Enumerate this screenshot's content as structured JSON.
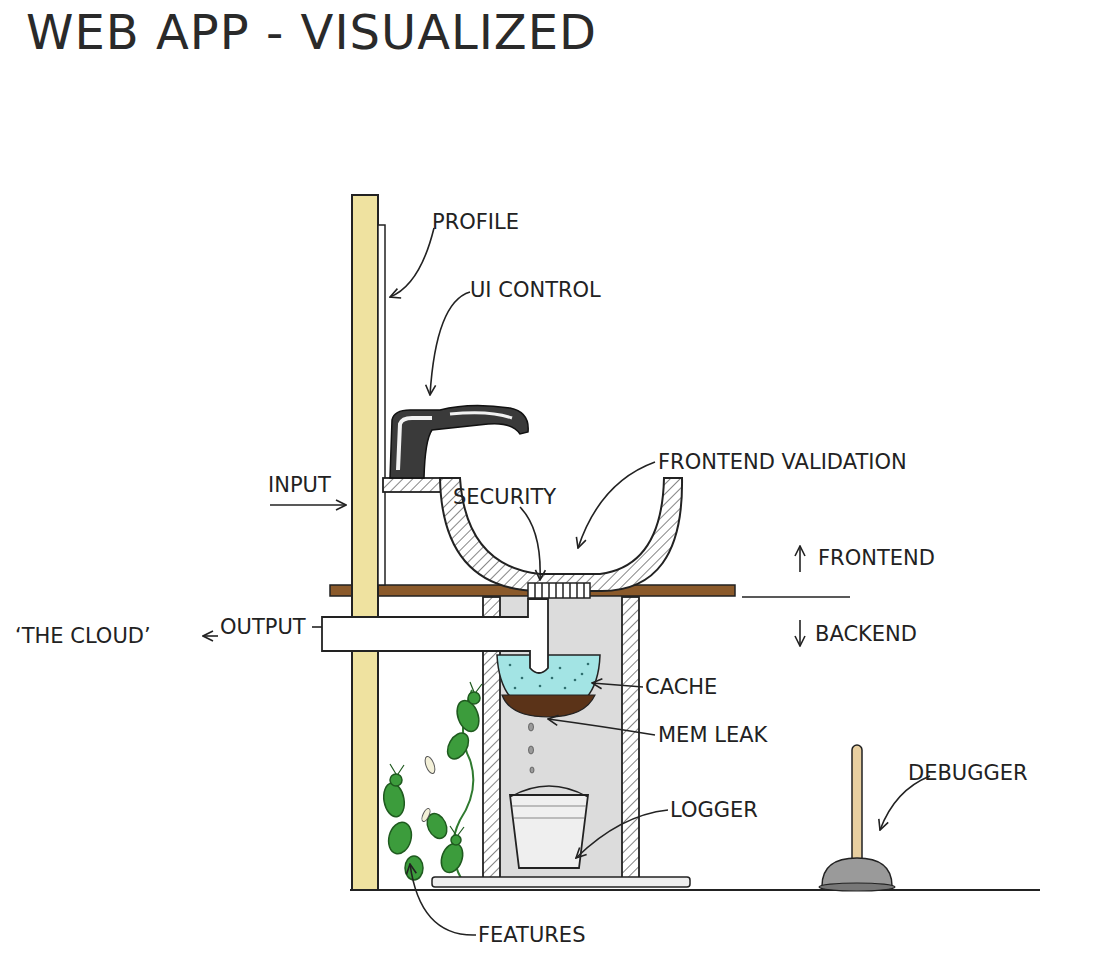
{
  "diagram": {
    "title": "WEB APP - VISUALIZED",
    "labels": [
      "PROFILE",
      "UI CONTROL",
      "FRONTEND VALIDATION",
      "INPUT",
      "SECURITY",
      "FRONTEND",
      "‘THE CLOUD’",
      "OUTPUT",
      "BACKEND",
      "CACHE",
      "MEM LEAK",
      "LOGGER",
      "DEBUGGER",
      "FEATURES"
    ]
  }
}
